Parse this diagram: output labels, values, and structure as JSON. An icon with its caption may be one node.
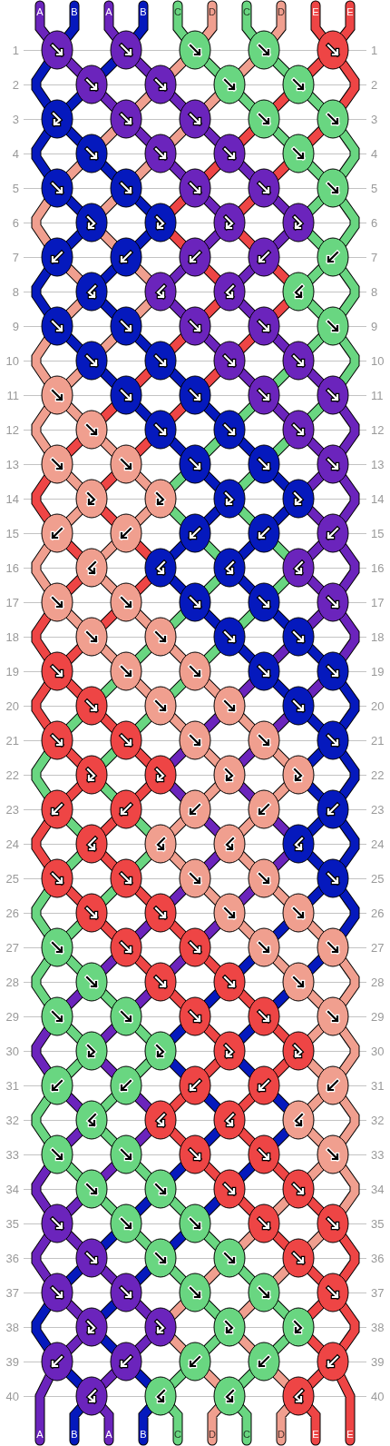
{
  "diagram": {
    "labels": [
      "A",
      "B",
      "A",
      "B",
      "C",
      "D",
      "C",
      "D",
      "E",
      "E",
      "1",
      "1",
      "2",
      "2",
      "3",
      "3",
      "4",
      "4",
      "5",
      "5",
      "6",
      "6",
      "7",
      "7",
      "8",
      "8",
      "9",
      "9",
      "10",
      "10",
      "11",
      "11",
      "12",
      "12",
      "13",
      "13",
      "14",
      "14",
      "15",
      "15",
      "16",
      "16",
      "17",
      "17",
      "18",
      "18",
      "19",
      "19",
      "20",
      "20",
      "21",
      "21",
      "22",
      "22",
      "23",
      "23",
      "24",
      "24",
      "25",
      "25",
      "26",
      "26",
      "27",
      "27",
      "28",
      "28",
      "29",
      "29",
      "30",
      "30",
      "31",
      "31",
      "32",
      "32",
      "33",
      "33",
      "34",
      "34",
      "35",
      "35",
      "36",
      "36",
      "37",
      "37",
      "38",
      "38",
      "39",
      "39",
      "40",
      "40",
      "A",
      "B",
      "A",
      "B",
      "C",
      "D",
      "C",
      "D",
      "E",
      "E"
    ]
  }
}
